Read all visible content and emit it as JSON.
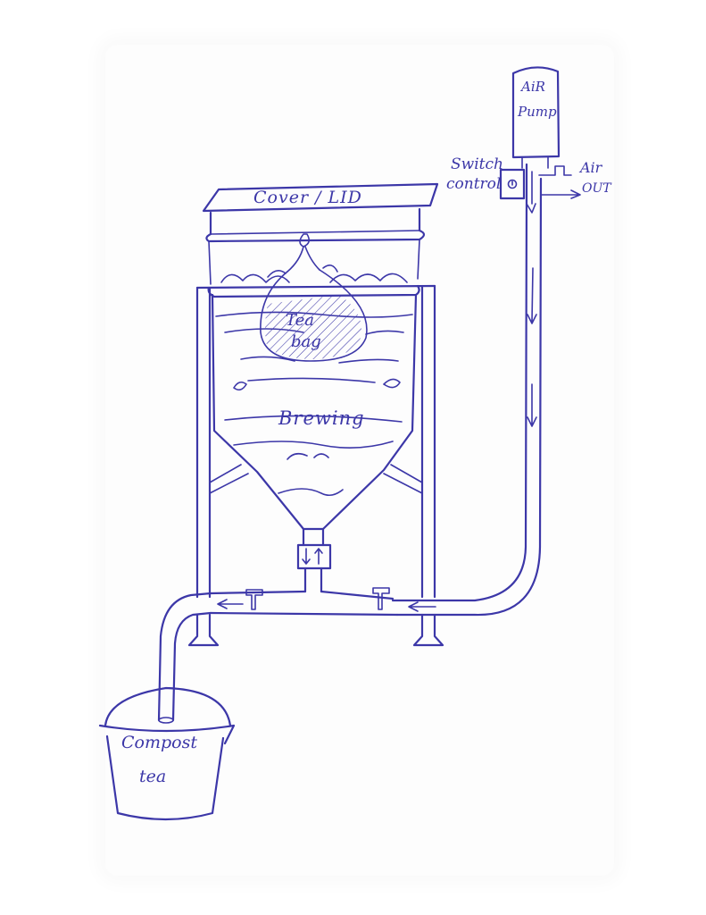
{
  "labels": {
    "cover": "Cover / LID",
    "air_pump_line1": "AiR",
    "air_pump_line2": "Pump",
    "switch_line1": "Switch",
    "switch_line2": "control",
    "air_out_line1": "Air",
    "air_out_line2": "OUT",
    "tea_bag_line1": "Tea",
    "tea_bag_line2": "bag",
    "brewing": "Brewing",
    "compost_line1": "Compost",
    "compost_line2": "tea"
  },
  "colors": {
    "ink": "#3c37a8",
    "paper": "#fdfdfd"
  }
}
